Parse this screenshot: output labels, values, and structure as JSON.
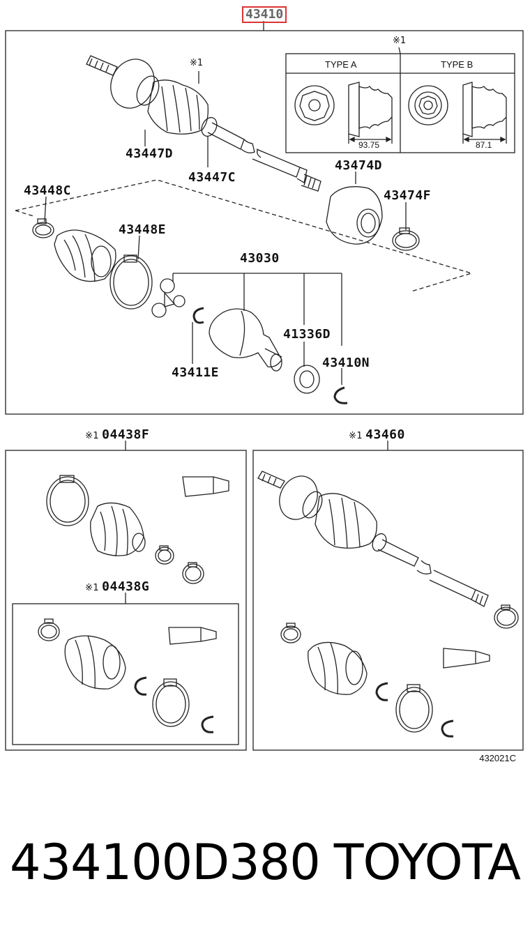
{
  "diagram": {
    "main_part_number": "43410",
    "note_mark": "※1",
    "top_panel": {
      "type_a": "TYPE A",
      "type_b": "TYPE B",
      "dim_a": "93.75",
      "dim_b": "87.1",
      "labels": {
        "p43447D": "43447D",
        "p43447C": "43447C",
        "p43448C": "43448C",
        "p43448E": "43448E",
        "p43474D": "43474D",
        "p43474F": "43474F",
        "p43030": "43030",
        "p41336D": "41336D",
        "p43410N": "43410N",
        "p43411E": "43411E"
      }
    },
    "kit_left": {
      "label": "04438F",
      "sub_label": "04438G"
    },
    "kit_right": {
      "label": "43460"
    },
    "illustration_code": "432021C"
  },
  "footer": {
    "part_number": "434100D380",
    "brand": "TOYOTA"
  }
}
